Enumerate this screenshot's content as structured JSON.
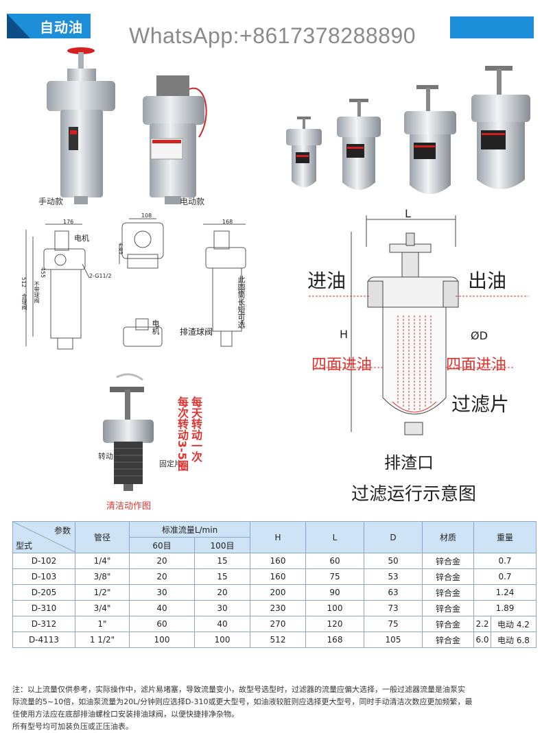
{
  "header": {
    "title": "自动油"
  },
  "watermark": "WhatsApp:+8617378288890",
  "photos": {
    "manual_label": "手动款",
    "electric_label": "电动款"
  },
  "dims": {
    "width_a": "176",
    "width_b": "108",
    "width_c": "168",
    "motor": "电机",
    "port": "2-G11/2",
    "h_total": "512",
    "h_body": "455",
    "v_left1": "含球阀",
    "v_left2": "不带球阀",
    "v_mid": "4-Φ9",
    "cylinder_note": "此圆筒长短可选",
    "ball_valve": "排渣球阀",
    "motor2": "电机"
  },
  "cleaning": {
    "caption": "清洁动作图",
    "rotate_piece": "转动片",
    "fixed_piece": "固定片",
    "col1": "每天转动一次",
    "col2": "每次转动3-5圈"
  },
  "schematic": {
    "L": "L",
    "H": "H",
    "D": "ØD",
    "inlet": "进油",
    "outlet": "出油",
    "four_left": "四面进油",
    "four_right": "四面进油",
    "filter": "过滤片",
    "drain": "排渣口",
    "title": "过滤运行示意图"
  },
  "table": {
    "params": "参数",
    "model": "型式",
    "pipe": "管径",
    "flow": "标准流量L/min",
    "mesh60": "60目",
    "mesh100": "100目",
    "H": "H",
    "L": "L",
    "D": "D",
    "material": "材质",
    "weight": "重量",
    "rows": [
      {
        "model": "D-102",
        "pipe": "1/4\"",
        "f60": "20",
        "f100": "15",
        "H": "160",
        "L": "60",
        "D": "50",
        "mat": "锌合金",
        "w1": "0.7",
        "w2": ""
      },
      {
        "model": "D-103",
        "pipe": "3/8\"",
        "f60": "20",
        "f100": "15",
        "H": "160",
        "L": "75",
        "D": "53",
        "mat": "锌合金",
        "w1": "0.7",
        "w2": ""
      },
      {
        "model": "D-205",
        "pipe": "1/2\"",
        "f60": "30",
        "f100": "20",
        "H": "200",
        "L": "90",
        "D": "63",
        "mat": "锌合金",
        "w1": "1.24",
        "w2": ""
      },
      {
        "model": "D-310",
        "pipe": "3/4\"",
        "f60": "40",
        "f100": "30",
        "H": "230",
        "L": "100",
        "D": "73",
        "mat": "锌合金",
        "w1": "1.89",
        "w2": ""
      },
      {
        "model": "D-312",
        "pipe": "1\"",
        "f60": "60",
        "f100": "40",
        "H": "270",
        "L": "120",
        "D": "75",
        "mat": "锌合金",
        "w1": "2.2",
        "w2": "电动 4.2"
      },
      {
        "model": "D-4113",
        "pipe": "1 1/2\"",
        "f60": "100",
        "f100": "100",
        "H": "512",
        "L": "168",
        "D": "105",
        "mat": "锌合金",
        "w1": "6.0",
        "w2": "电动 6.8"
      }
    ]
  },
  "notes": {
    "line1": "注：以上流量仅供参考，实际操作中，滤片易堵塞，导致流量变小，故型号选型时，过滤器的流量应偏大选择，一般过滤器流量是油泵实",
    "line2": "际流量的5~10倍，如油泵流量为20L/分钟则应选择D-310或更大型号，如油液较脏则应选择更大型号，同时手动清洁次数应更加频繁，最",
    "line3": "佳使用方法应在底部排油螺栓口安装排油球阀，以便快捷排净杂物。",
    "line4": "所有型号均可加装负压或正压油表。"
  },
  "colors": {
    "accent": "#1d8fd8",
    "dark": "#0c4f86",
    "red": "#e0322e",
    "table_head": "#cfe3f6"
  }
}
